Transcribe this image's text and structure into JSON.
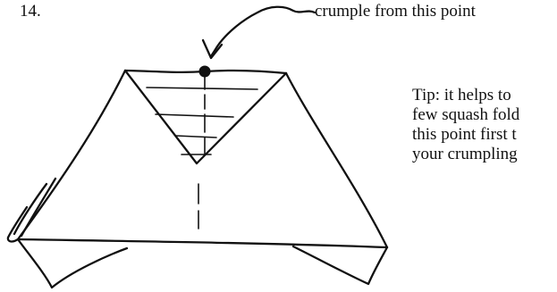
{
  "step": {
    "number": "14."
  },
  "callout": {
    "text": "crumple from this point"
  },
  "tip": {
    "lines": [
      "Tip: it helps to",
      "few squash fold",
      "this point first t",
      "your crumpling"
    ]
  },
  "colors": {
    "ink": "#111111",
    "background": "#ffffff"
  }
}
